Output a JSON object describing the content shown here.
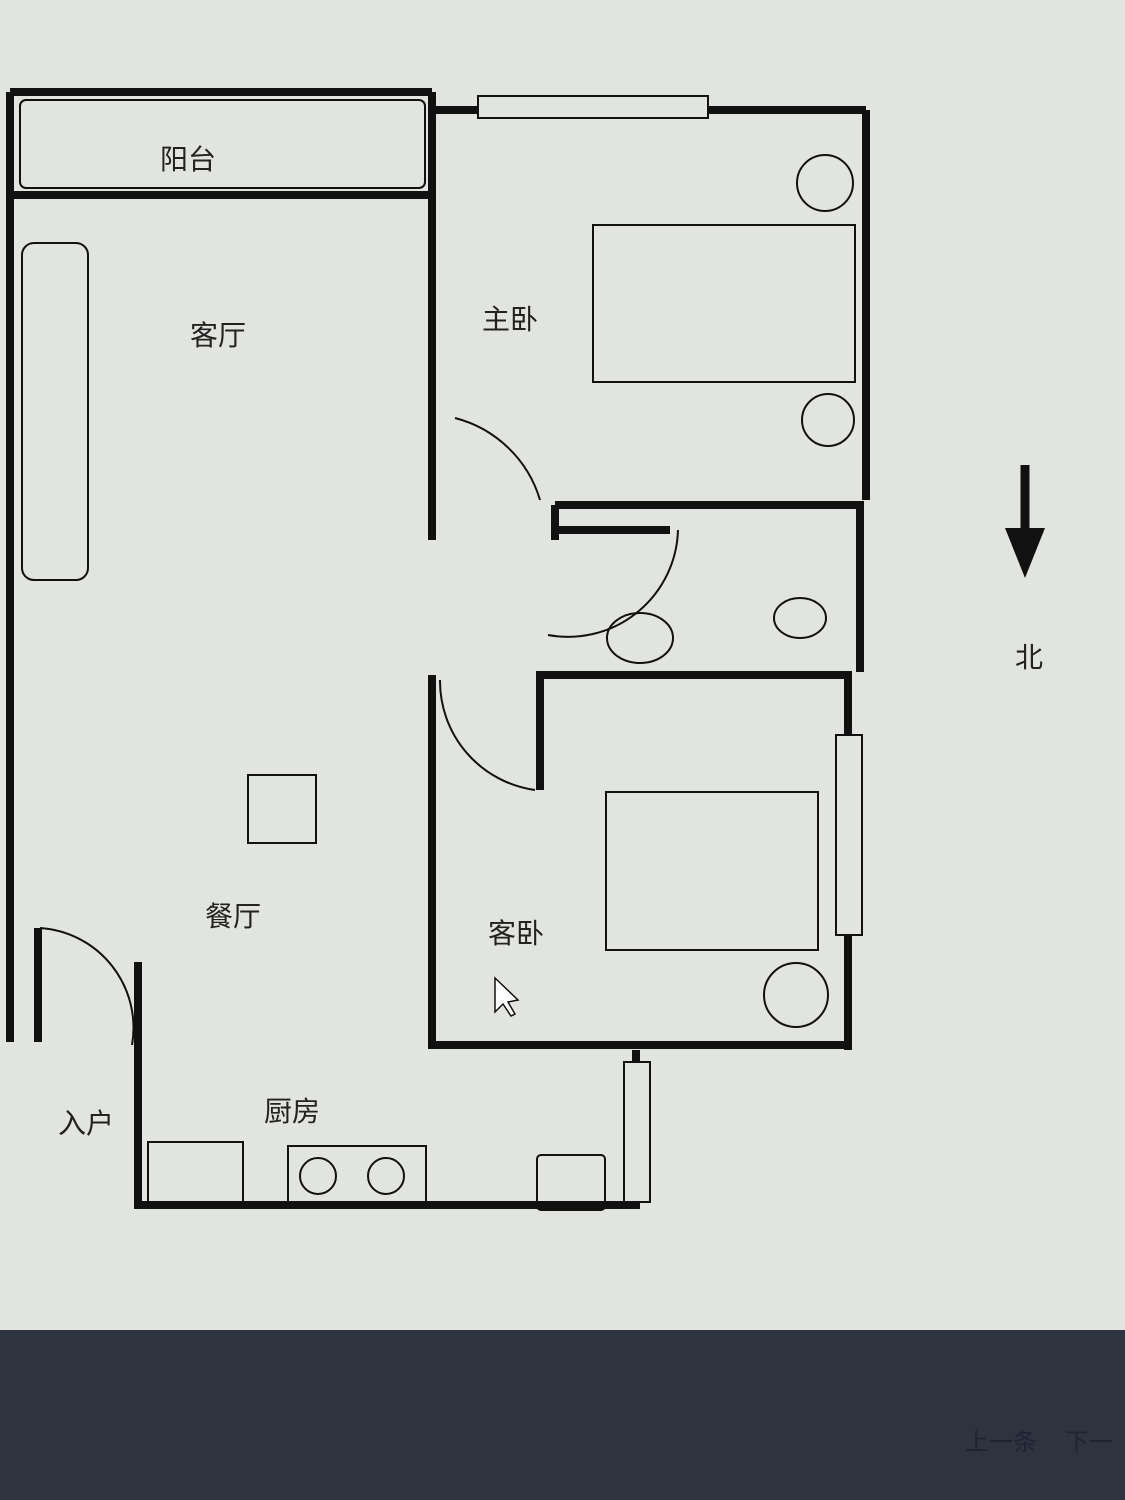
{
  "rooms": {
    "balcony": "阳台",
    "living_room": "客厅",
    "master_bedroom": "主卧",
    "dining_room": "餐厅",
    "guest_bedroom": "客卧",
    "entrance": "入户",
    "kitchen": "厨房"
  },
  "compass": {
    "label": "北",
    "icon": "arrow-down-icon"
  },
  "navigation": {
    "prev": "上一条",
    "next": "下一"
  },
  "colors": {
    "wall": "#111111",
    "background": "#e2e4df",
    "taskbar": "#2e3340"
  }
}
